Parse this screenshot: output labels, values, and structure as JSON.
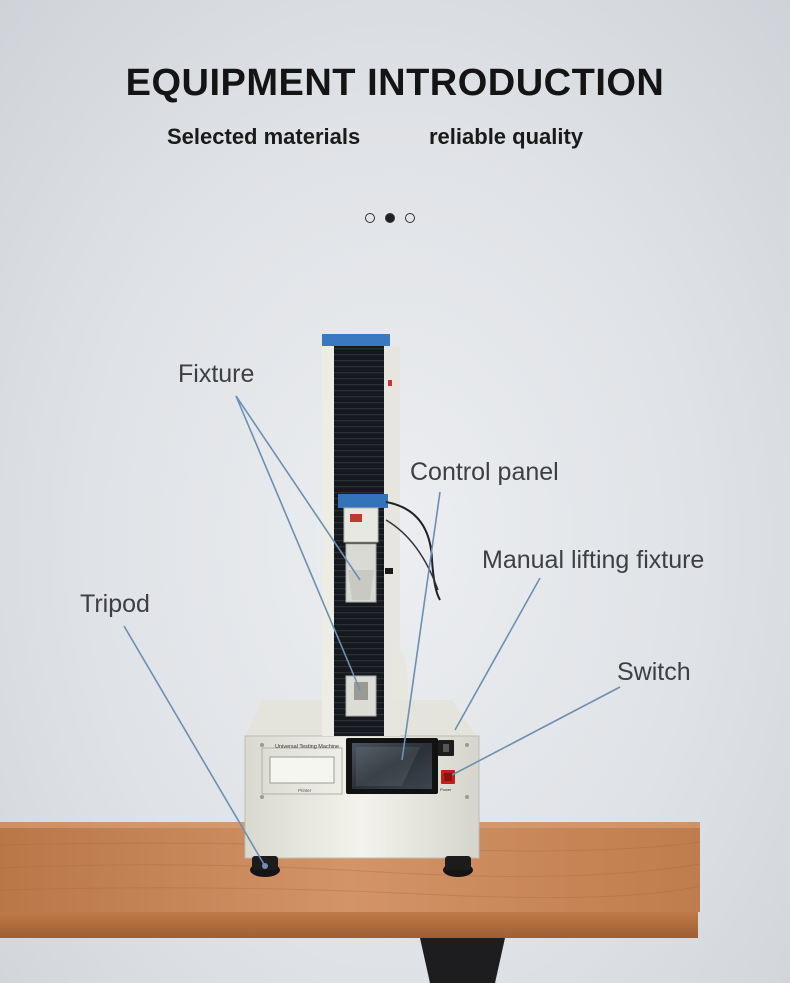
{
  "header": {
    "title": "EQUIPMENT INTRODUCTION",
    "subtitle_left": "Selected materials",
    "subtitle_right": "reliable quality"
  },
  "carousel": {
    "slides": 3,
    "active_index": 1
  },
  "callouts": {
    "fixture": "Fixture",
    "control_panel": "Control panel",
    "manual_lifting_fixture": "Manual lifting fixture",
    "tripod": "Tripod",
    "switch": "Switch"
  },
  "machine": {
    "nameplate": "Universal Testing Machine",
    "printer_label": "Printer",
    "power_label": "Power"
  },
  "colors": {
    "background": "#e3e6ea",
    "column_top": "#3a78c2",
    "machine_body": "#eeeee6",
    "table_wood": "#c98b5c",
    "leader_line": "#6c8fb3"
  }
}
